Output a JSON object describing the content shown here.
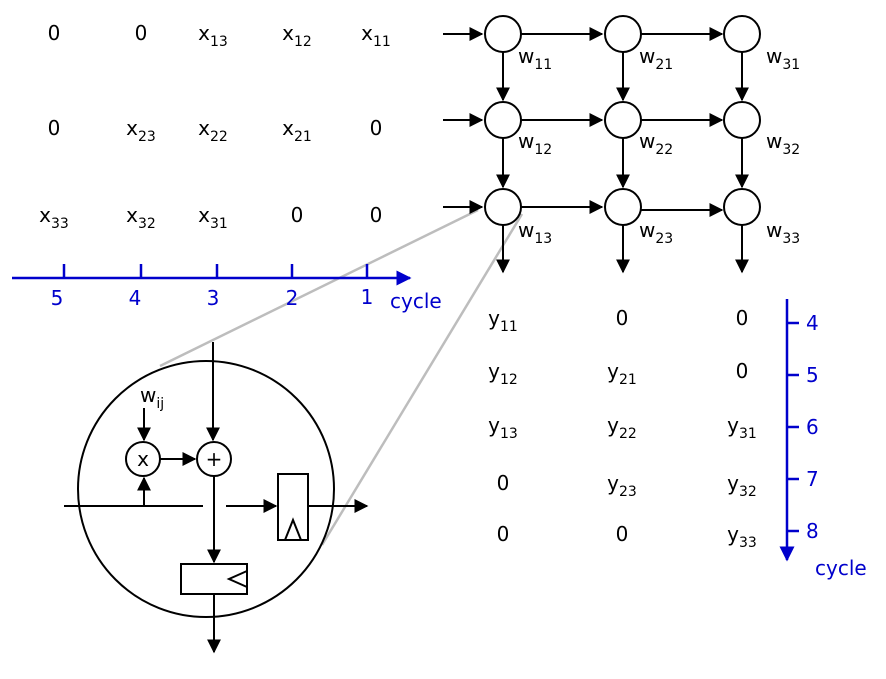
{
  "input_rows": [
    [
      "0",
      "0",
      "x_13",
      "x_12",
      "x_11"
    ],
    [
      "0",
      "x_23",
      "x_22",
      "x_21",
      "0"
    ],
    [
      "x_33",
      "x_32",
      "x_31",
      "0",
      "0"
    ]
  ],
  "input_axis": {
    "ticks": [
      "5",
      "4",
      "3",
      "2",
      "1"
    ],
    "label": "cycle"
  },
  "weights": [
    [
      "w_11",
      "w_21",
      "w_31"
    ],
    [
      "w_12",
      "w_22",
      "w_32"
    ],
    [
      "w_13",
      "w_23",
      "w_33"
    ]
  ],
  "output_rows": [
    [
      "y_11",
      "0",
      "0"
    ],
    [
      "y_12",
      "y_21",
      "0"
    ],
    [
      "y_13",
      "y_22",
      "y_31"
    ],
    [
      "0",
      "y_23",
      "y_32"
    ],
    [
      "0",
      "0",
      "y_33"
    ]
  ],
  "output_axis": {
    "ticks": [
      "4",
      "5",
      "6",
      "7",
      "8"
    ],
    "label": "cycle"
  },
  "pe_detail": {
    "weight_label": "w_ij",
    "multiply_symbol": "x",
    "add_symbol": "+"
  },
  "colors": {
    "axis": "#0000cc",
    "zoom_lines": "#bdbdbd",
    "ink": "#000000"
  }
}
